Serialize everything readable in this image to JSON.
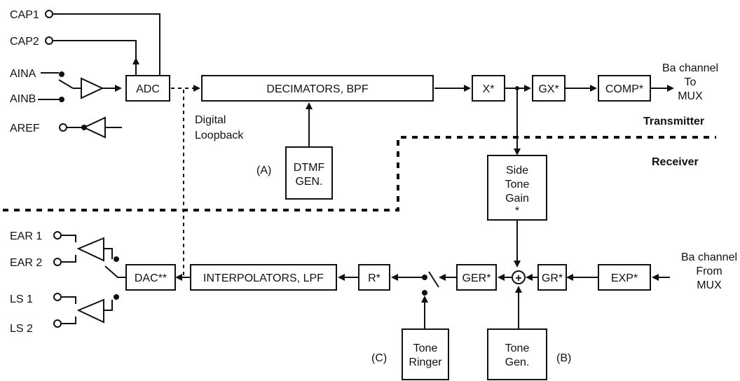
{
  "ports": {
    "cap1": "CAP1",
    "cap2": "CAP2",
    "aina": "AINA",
    "ainb": "AINB",
    "aref": "AREF",
    "ear1": "EAR 1",
    "ear2": "EAR 2",
    "ls1": "LS 1",
    "ls2": "LS 2"
  },
  "blocks": {
    "adc": "ADC",
    "decimators": "DECIMATORS, BPF",
    "x": "X*",
    "gx": "GX*",
    "comp": "COMP*",
    "dtmf_line1": "DTMF",
    "dtmf_line2": "GEN.",
    "sidetone_line1": "Side",
    "sidetone_line2": "Tone",
    "sidetone_line3": "Gain",
    "sidetone_line4": "*",
    "dac": "DAC**",
    "interpolators": "INTERPOLATORS, LPF",
    "r": "R*",
    "ger": "GER*",
    "gr": "GR*",
    "exp": "EXP*",
    "tone_ringer_line1": "Tone",
    "tone_ringer_line2": "Ringer",
    "tone_gen_line1": "Tone",
    "tone_gen_line2": "Gen."
  },
  "labels": {
    "tx_out_line1": "Ba channel",
    "tx_out_line2": "To",
    "tx_out_line3": "MUX",
    "rx_in_line1": "Ba channel",
    "rx_in_line2": "From",
    "rx_in_line3": "MUX",
    "transmitter": "Transmitter",
    "receiver": "Receiver",
    "loopback_line1": "Digital",
    "loopback_line2": "Loopback",
    "mark_a": "(A)",
    "mark_b": "(B)",
    "mark_c": "(C)",
    "summer": "+"
  }
}
